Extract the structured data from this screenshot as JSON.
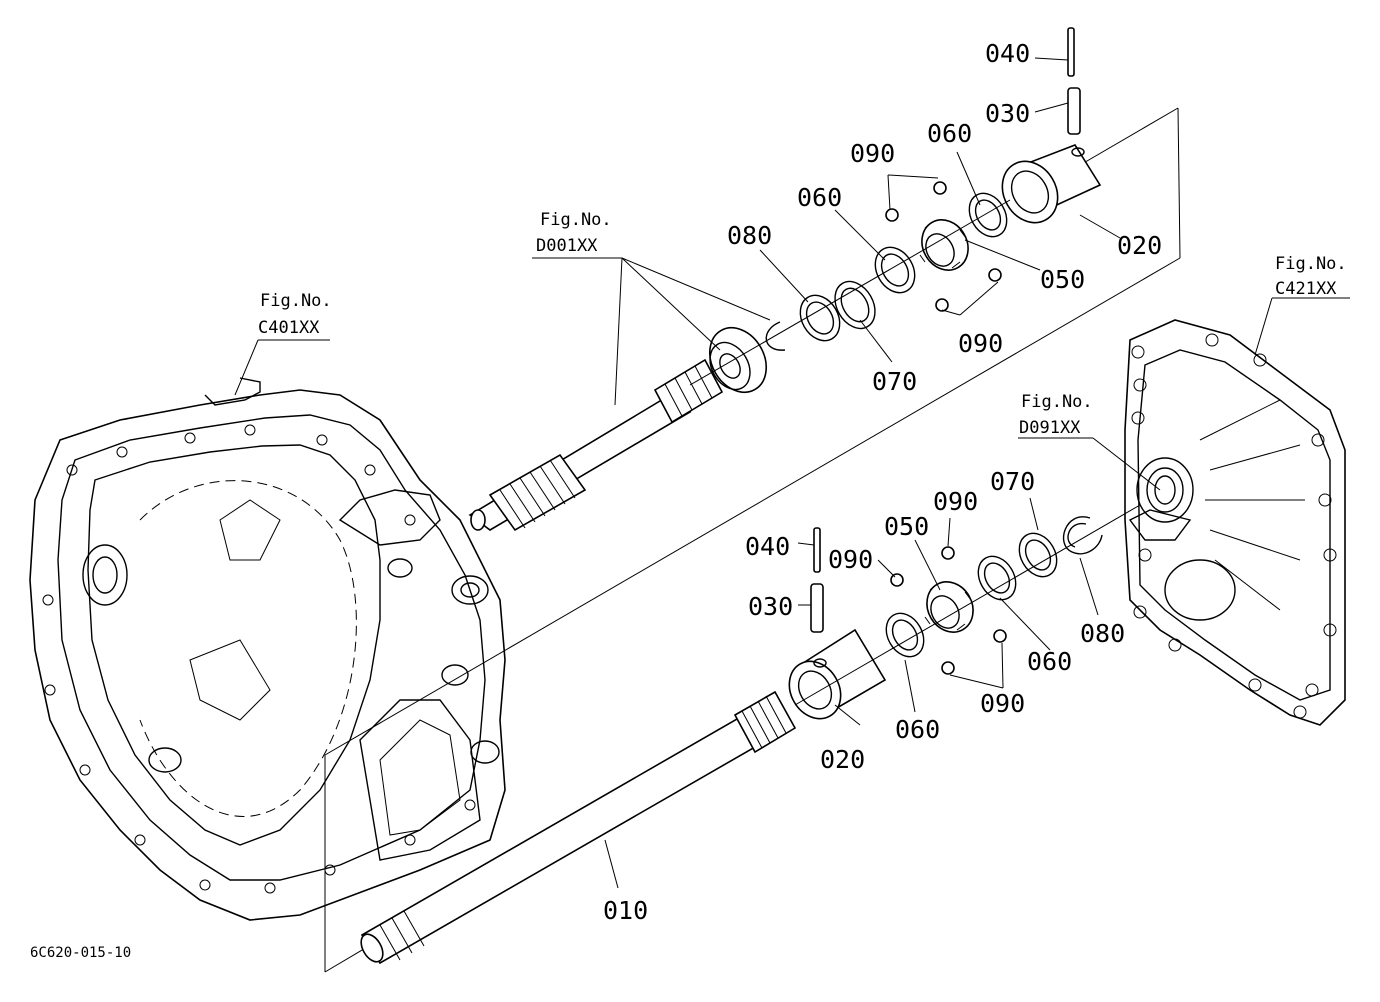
{
  "footer_code": "6C620-015-10",
  "part_labels": {
    "p040_top": "040",
    "p030_top": "030",
    "p060_top_a": "060",
    "p090_top_a": "090",
    "p060_top_b": "060",
    "p080_top": "080",
    "p020_top": "020",
    "p050_top": "050",
    "p090_top_b": "090",
    "p070_top": "070",
    "p040_bottom": "040",
    "p030_bottom": "030",
    "p090_bottom_a": "090",
    "p050_bottom": "050",
    "p090_bottom_b": "090",
    "p070_bottom": "070",
    "p060_bottom_a": "060",
    "p080_bottom": "080",
    "p060_bottom_b": "060",
    "p090_bottom_c": "090",
    "p020_bottom": "020",
    "p010": "010"
  },
  "figure_refs": [
    {
      "label": "Fig.No.",
      "code": "D001XX"
    },
    {
      "label": "Fig.No.",
      "code": "C401XX"
    },
    {
      "label": "Fig.No.",
      "code": "C421XX"
    },
    {
      "label": "Fig.No.",
      "code": "D091XX"
    }
  ],
  "colors": {
    "ink": "#000000",
    "paper": "#ffffff"
  }
}
